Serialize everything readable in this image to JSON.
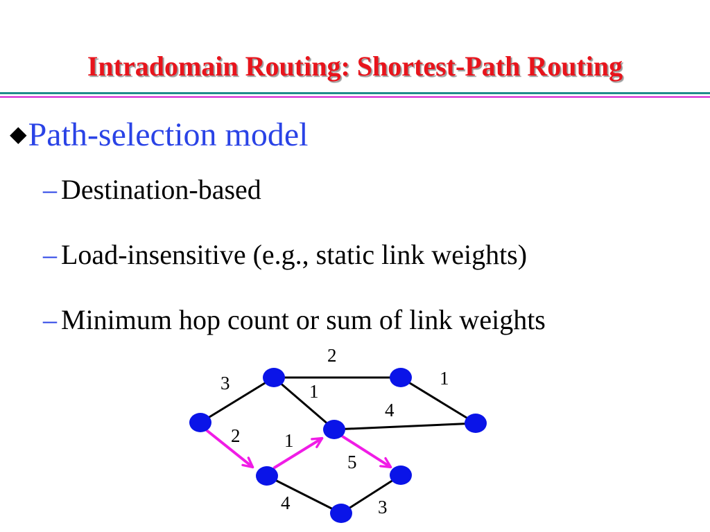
{
  "slide": {
    "title": "Intradomain Routing: Shortest-Path Routing",
    "bullet_marker": "◆",
    "bullet": "Path-selection model",
    "sub_dash": "–",
    "sub_items": [
      "Destination-based",
      "Load-insensitive (e.g., static link weights)",
      "Minimum hop count or sum of link weights"
    ]
  },
  "diagram": {
    "node_color": "#0a14e8",
    "path_color": "#f01ce6",
    "weights": [
      "3",
      "2",
      "1",
      "1",
      "4",
      "2",
      "1",
      "5",
      "4",
      "3"
    ]
  }
}
